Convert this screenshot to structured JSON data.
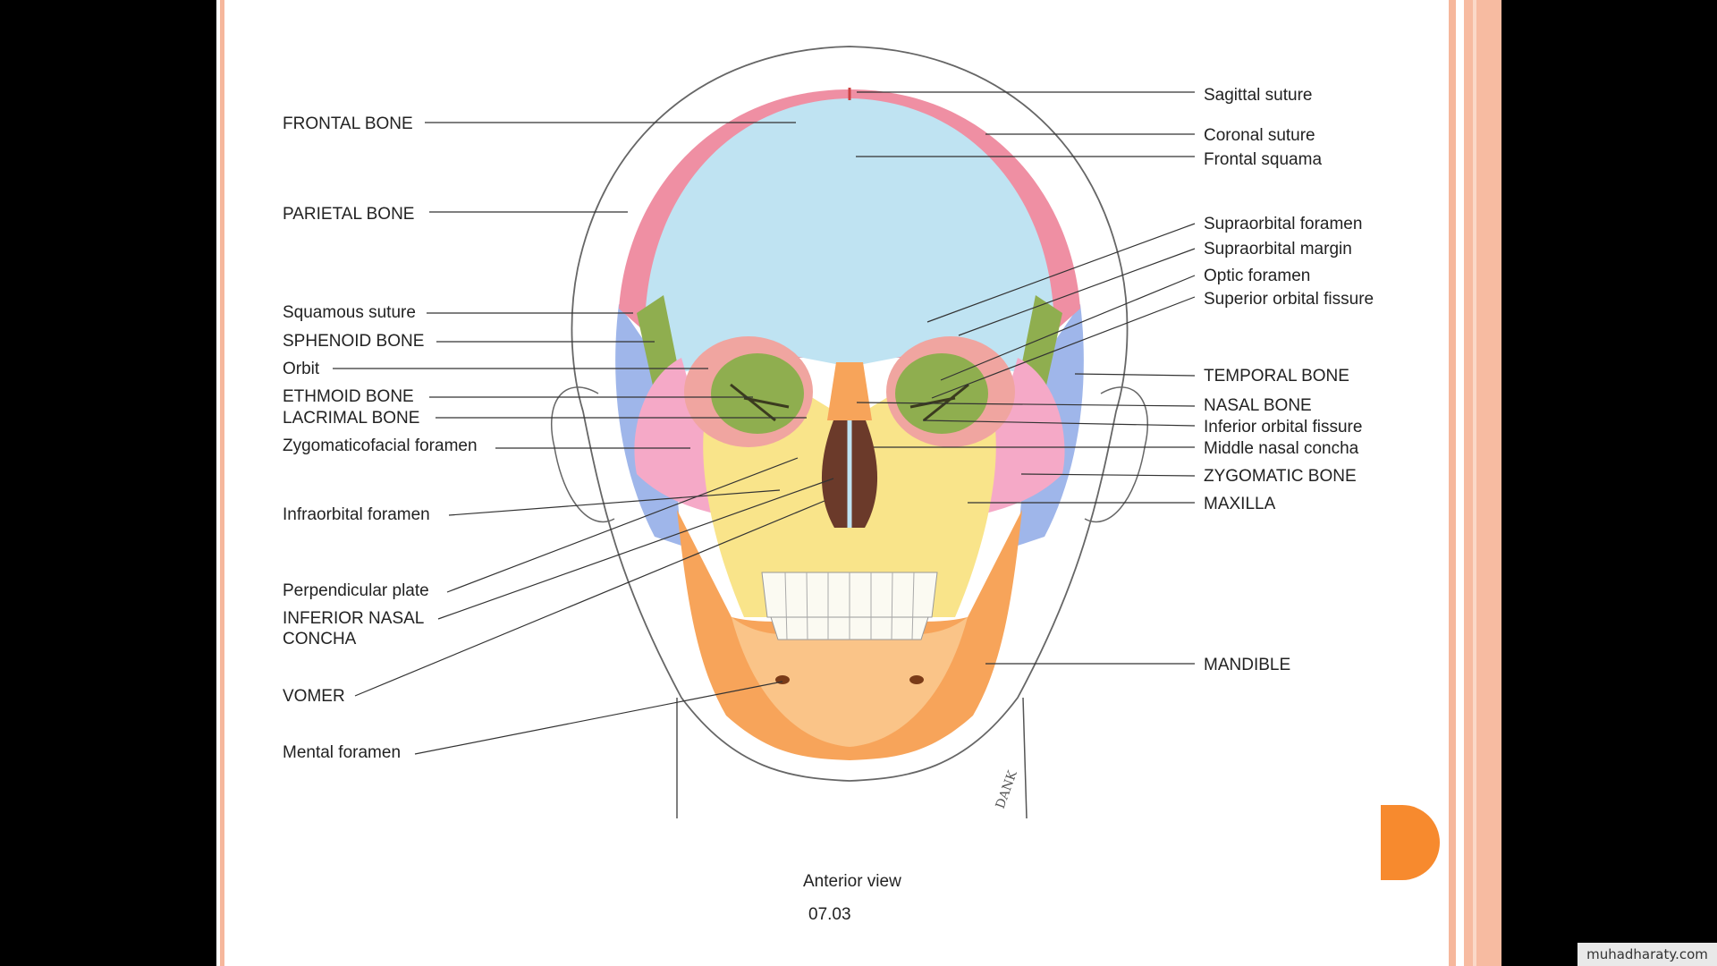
{
  "diagram": {
    "caption": "Anterior view",
    "figure_number": "07.03",
    "signature": "DANK",
    "labels_left": [
      {
        "id": "frontal-bone",
        "text": "FRONTAL BONE"
      },
      {
        "id": "parietal-bone",
        "text": "PARIETAL BONE"
      },
      {
        "id": "squamous-suture",
        "text": "Squamous suture"
      },
      {
        "id": "sphenoid-bone",
        "text": "SPHENOID BONE"
      },
      {
        "id": "orbit",
        "text": "Orbit"
      },
      {
        "id": "ethmoid-bone",
        "text": "ETHMOID BONE"
      },
      {
        "id": "lacrimal-bone",
        "text": "LACRIMAL BONE"
      },
      {
        "id": "zygomaticofacial-foramen",
        "text": "Zygomaticofacial foramen"
      },
      {
        "id": "infraorbital-foramen",
        "text": "Infraorbital foramen"
      },
      {
        "id": "perpendicular-plate",
        "text": "Perpendicular plate"
      },
      {
        "id": "inferior-nasal-concha-line1",
        "text": "INFERIOR NASAL"
      },
      {
        "id": "inferior-nasal-concha-line2",
        "text": "CONCHA"
      },
      {
        "id": "vomer",
        "text": "VOMER"
      },
      {
        "id": "mental-foramen",
        "text": "Mental foramen"
      }
    ],
    "labels_right": [
      {
        "id": "sagittal-suture",
        "text": "Sagittal suture"
      },
      {
        "id": "coronal-suture",
        "text": "Coronal suture"
      },
      {
        "id": "frontal-squama",
        "text": "Frontal squama"
      },
      {
        "id": "supraorbital-foramen",
        "text": "Supraorbital foramen"
      },
      {
        "id": "supraorbital-margin",
        "text": "Supraorbital margin"
      },
      {
        "id": "optic-foramen",
        "text": "Optic foramen"
      },
      {
        "id": "superior-orbital-fissure",
        "text": "Superior orbital fissure"
      },
      {
        "id": "temporal-bone",
        "text": "TEMPORAL BONE"
      },
      {
        "id": "nasal-bone",
        "text": "NASAL BONE"
      },
      {
        "id": "inferior-orbital-fissure",
        "text": "Inferior orbital fissure"
      },
      {
        "id": "middle-nasal-concha",
        "text": "Middle nasal concha"
      },
      {
        "id": "zygomatic-bone",
        "text": "ZYGOMATIC BONE"
      },
      {
        "id": "maxilla",
        "text": "MAXILLA"
      },
      {
        "id": "mandible",
        "text": "MANDIBLE"
      }
    ]
  },
  "watermark": "muhadharaty.com",
  "colors": {
    "frontal": "#bfe3f2",
    "parietal": "#ef8fa3",
    "temporal": "#9fb6ea",
    "sphenoid": "#8fae4f",
    "zygomatic": "#f5a9c7",
    "maxilla": "#f9e48a",
    "mandible": "#f7a45a",
    "accent_circle": "#f78a2e",
    "stripe": "#f6b79c"
  }
}
